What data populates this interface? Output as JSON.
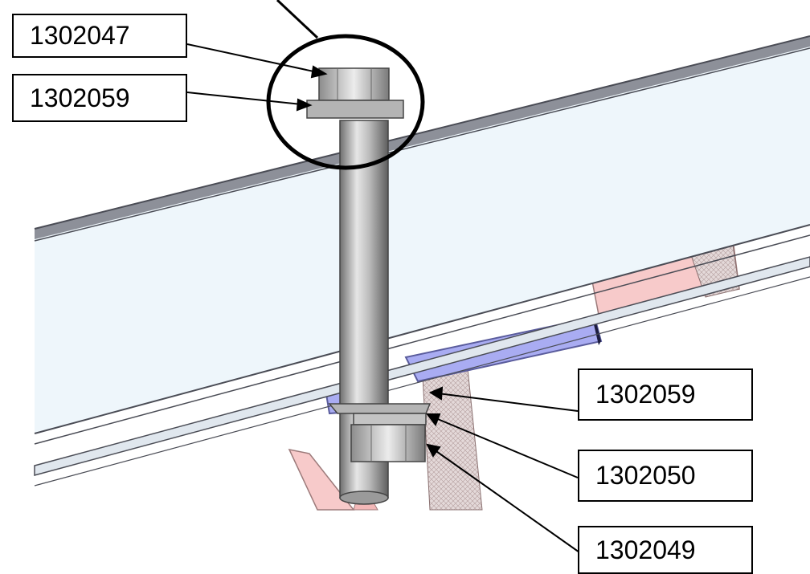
{
  "callouts": [
    {
      "label": "1302047"
    },
    {
      "label": "1302059"
    },
    {
      "label": "1302059"
    },
    {
      "label": "1302050"
    },
    {
      "label": "1302049"
    }
  ],
  "colors": {
    "beam": "#eef6fb",
    "beam_edge": "#50525a",
    "plate_blue": "#a9acf2",
    "plate_pink": "#f6c1c1",
    "steel": "#b8b8b8",
    "line": "#000000"
  }
}
